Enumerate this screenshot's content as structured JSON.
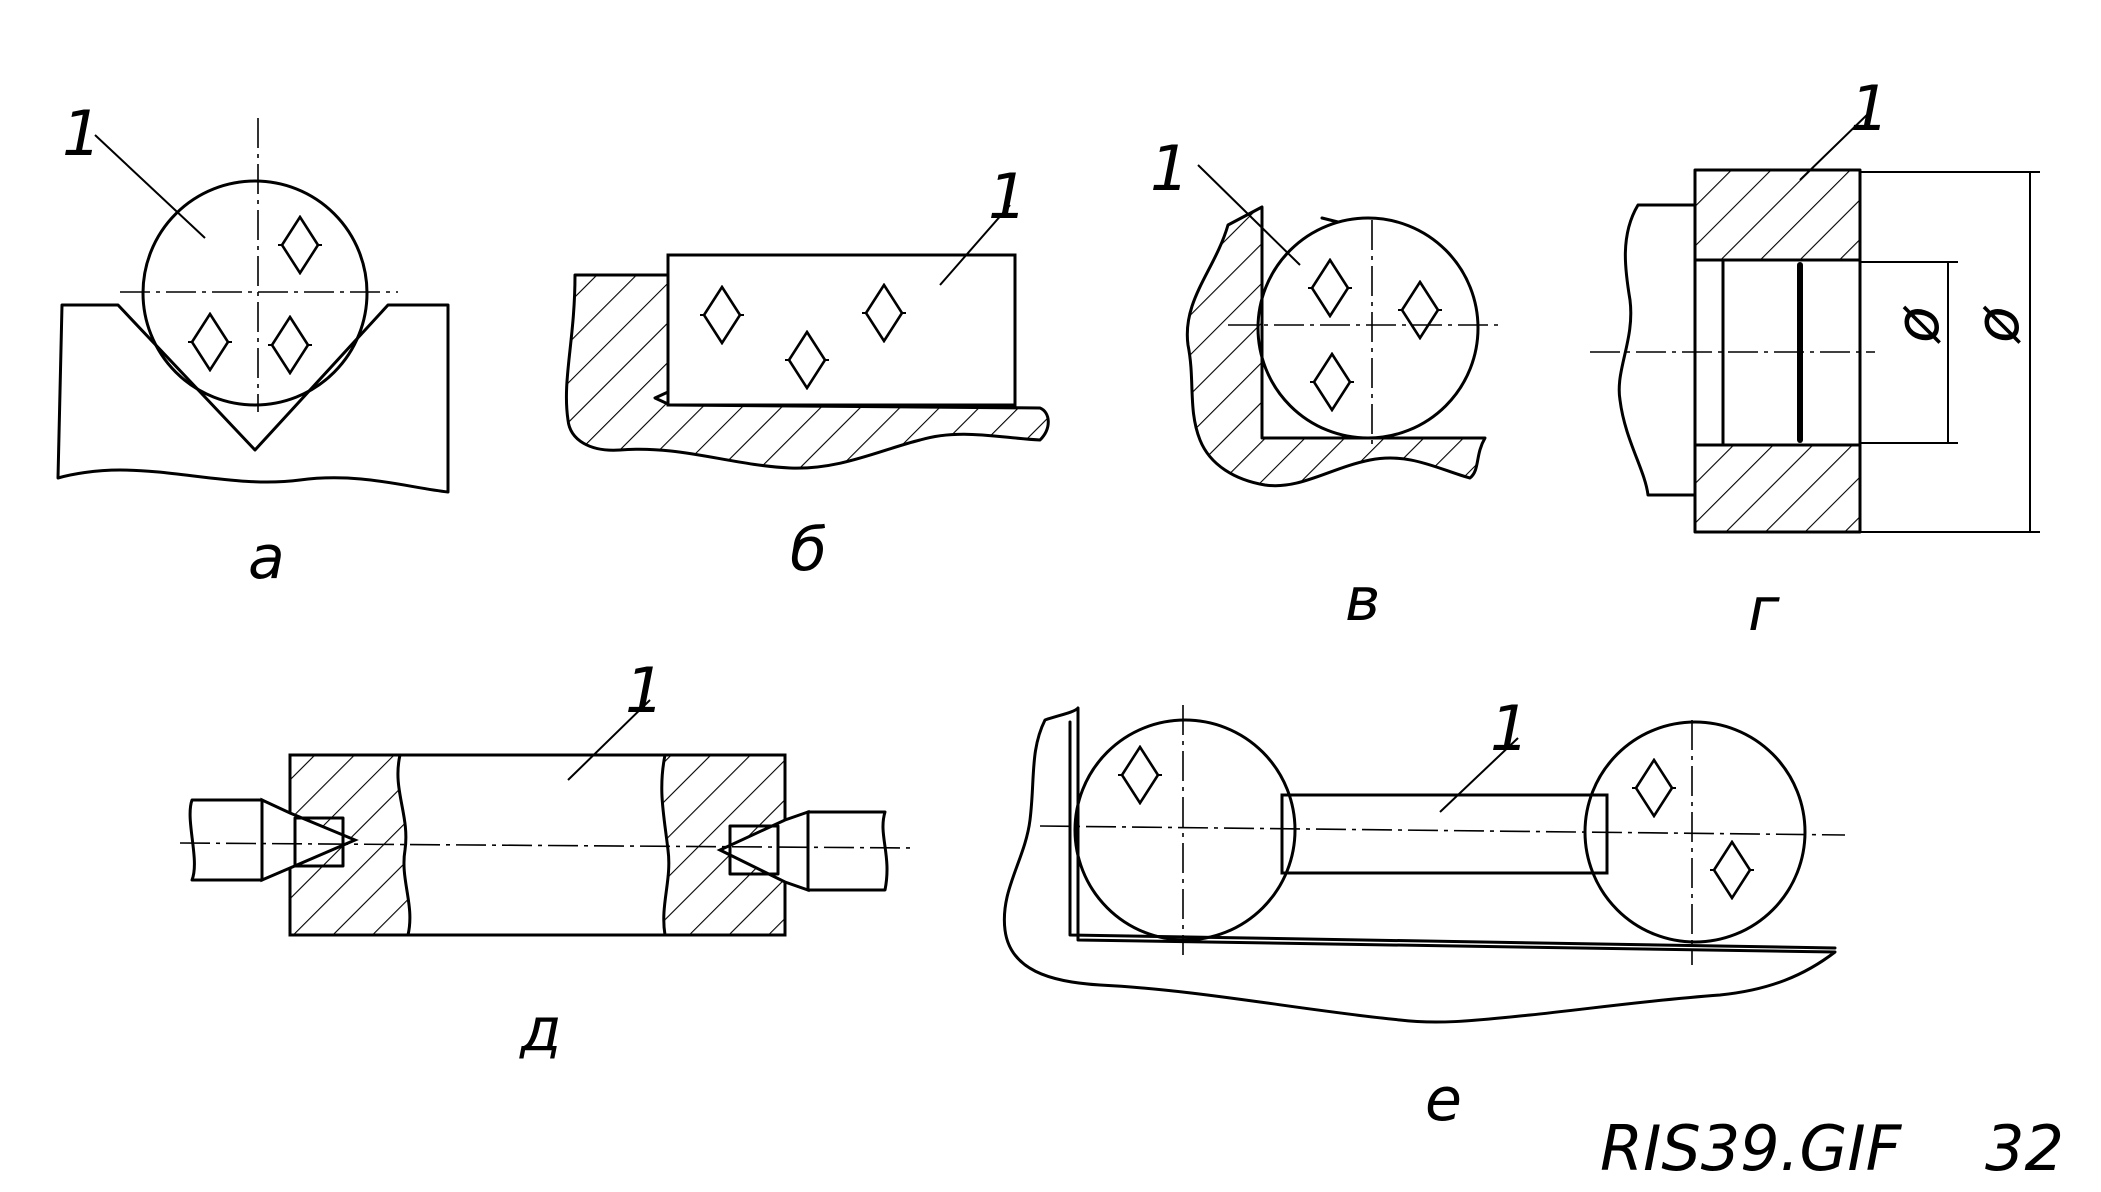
{
  "figure": {
    "panel_letters": [
      "а",
      "б",
      "в",
      "г",
      "д",
      "е"
    ],
    "part_number": "1",
    "diameter_symbol": "ø",
    "file_name": "RIS39.GIF",
    "page_number": "32"
  }
}
